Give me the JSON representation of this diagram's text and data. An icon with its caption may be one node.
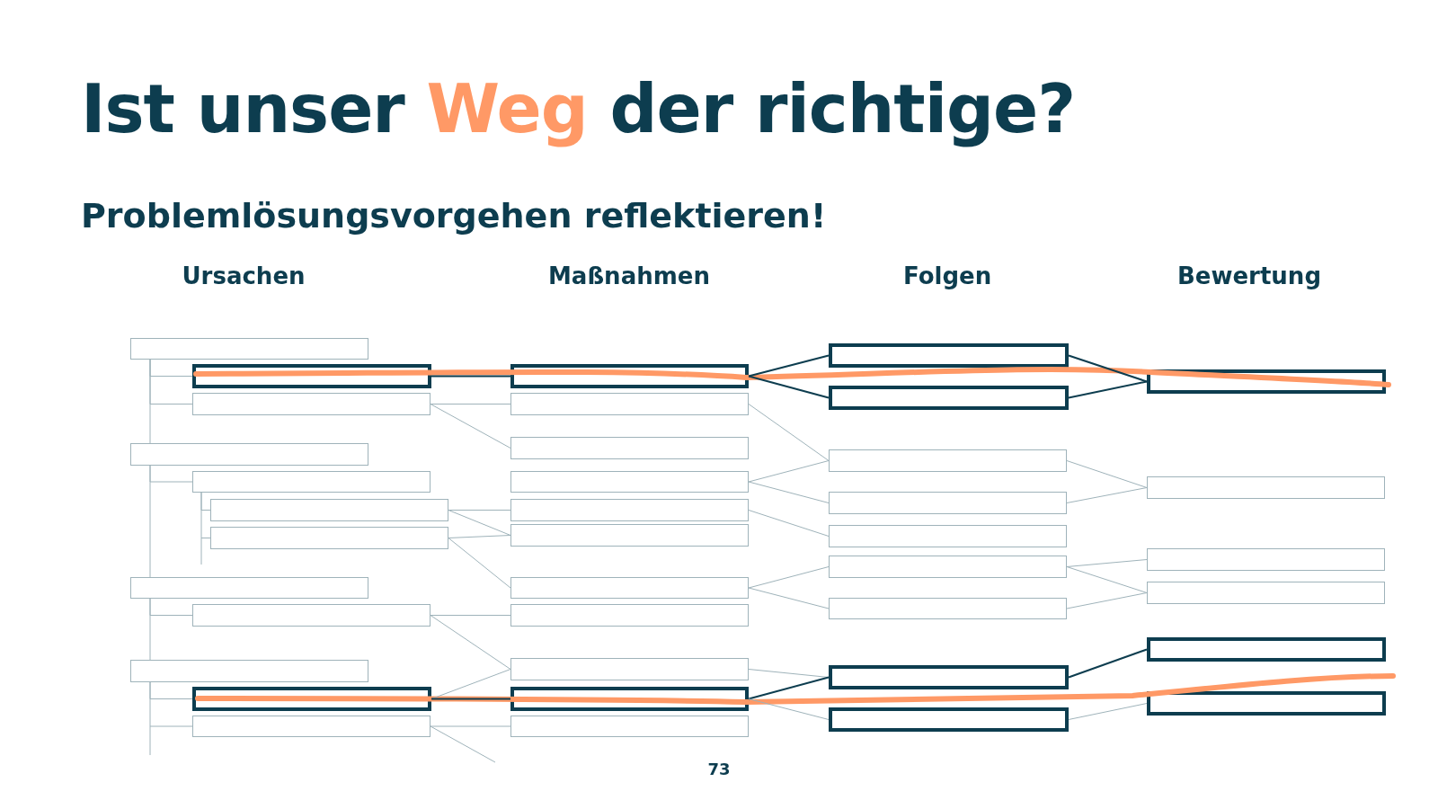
{
  "diagram": {
    "title": "Ist unser *Weg* der richtige?",
    "nodes": [
      {
        "text": [],
        "shape": "box"
      },
      {
        "text": [],
        "shape": "box"
      },
      {
        "text": [],
        "shape": "box"
      },
      {
        "text": [],
        "shape": "box"
      },
      {
        "text": [],
        "shape": "box"
      },
      {
        "text": [],
        "shape": "box"
      },
      {
        "text": [],
        "shape": "box"
      },
      {
        "text": [],
        "shape": "box"
      },
      {
        "text": [],
        "shape": "box"
      },
      {
        "text": [],
        "shape": "box"
      },
      {
        "text": [],
        "shape": "box"
      },
      {
        "text": [],
        "shape": "box"
      },
      {
        "text": [],
        "shape": "box"
      },
      {
        "text": [],
        "shape": "box"
      },
      {
        "text": [],
        "shape": "box"
      },
      {
        "text": [],
        "shape": "box"
      },
      {
        "text": [],
        "shape": "box"
      },
      {
        "text": [],
        "shape": "box"
      },
      {
        "text": [],
        "shape": "box"
      },
      {
        "text": [],
        "shape": "box"
      },
      {
        "text": [],
        "shape": "box"
      },
      {
        "text": [],
        "shape": "box"
      },
      {
        "text": [],
        "shape": "box"
      },
      {
        "text": [],
        "shape": "box"
      },
      {
        "text": [],
        "shape": "box"
      },
      {
        "text": [],
        "shape": "box"
      },
      {
        "text": [],
        "shape": "box"
      },
      {
        "text": [],
        "shape": "box"
      },
      {
        "text": [],
        "shape": "box"
      },
      {
        "text": [],
        "shape": "box"
      },
      {
        "text": [],
        "shape": "box"
      },
      {
        "text": [],
        "shape": "box"
      },
      {
        "text": [],
        "shape": "box"
      },
      {
        "text": [],
        "shape": "box"
      },
      {
        "text": [],
        "shape": "box"
      },
      {
        "text": [],
        "shape": "box"
      },
      {
        "text": [],
        "shape": "box"
      },
      {
        "text": [],
        "shape": "box"
      }
    ],
    "edges": [
      {
        "from": 0,
        "to": 1,
        "arrow": "none"
      },
      {
        "from": 0,
        "to": 2,
        "arrow": "none"
      },
      {
        "from": 3,
        "to": 4,
        "arrow": "none"
      },
      {
        "from": 4,
        "to": 5,
        "arrow": "none"
      },
      {
        "from": 4,
        "to": 6,
        "arrow": "none"
      },
      {
        "from": 7,
        "to": 8,
        "arrow": "none"
      },
      {
        "from": 9,
        "to": 10,
        "arrow": "none"
      },
      {
        "from": 9,
        "to": 11,
        "arrow": "none"
      },
      {
        "from": 1,
        "to": 12,
        "arrow": "none",
        "color": "#0d3d4f"
      },
      {
        "from": 2,
        "to": 13,
        "arrow": "none"
      },
      {
        "from": 2,
        "to": 14,
        "arrow": "none"
      },
      {
        "from": 5,
        "to": 16,
        "arrow": "none"
      },
      {
        "from": 5,
        "to": 17,
        "arrow": "none"
      },
      {
        "from": 6,
        "to": 17,
        "arrow": "none"
      },
      {
        "from": 6,
        "to": 18,
        "arrow": "none"
      },
      {
        "from": 8,
        "to": 19,
        "arrow": "none"
      },
      {
        "from": 8,
        "to": 20,
        "arrow": "none"
      },
      {
        "from": 10,
        "to": 20,
        "arrow": "none"
      },
      {
        "from": 10,
        "to": 21,
        "arrow": "none",
        "color": "#0d3d4f"
      },
      {
        "from": 11,
        "to": 22,
        "arrow": "none"
      },
      {
        "from": 11,
        "to": null,
        "arrow": "none"
      },
      {
        "from": 12,
        "to": 23,
        "arrow": "none",
        "color": "#0d3d4f"
      },
      {
        "from": 12,
        "to": 24,
        "arrow": "none",
        "color": "#0d3d4f"
      },
      {
        "from": 13,
        "to": 25,
        "arrow": "none"
      },
      {
        "from": 15,
        "to": 25,
        "arrow": "none"
      },
      {
        "from": 15,
        "to": 26,
        "arrow": "none"
      },
      {
        "from": 16,
        "to": 27,
        "arrow": "none"
      },
      {
        "from": 18,
        "to": 28,
        "arrow": "none"
      },
      {
        "from": 18,
        "to": 29,
        "arrow": "none"
      },
      {
        "from": 20,
        "to": 30,
        "arrow": "none"
      },
      {
        "from": 21,
        "to": 30,
        "arrow": "none",
        "color": "#0d3d4f"
      },
      {
        "from": 21,
        "to": 31,
        "arrow": "none"
      },
      {
        "from": 23,
        "to": 32,
        "arrow": "none",
        "color": "#0d3d4f"
      },
      {
        "from": 24,
        "to": 32,
        "arrow": "none",
        "color": "#0d3d4f"
      },
      {
        "from": 25,
        "to": 33,
        "arrow": "none"
      },
      {
        "from": 26,
        "to": 33,
        "arrow": "none"
      },
      {
        "from": 28,
        "to": 34,
        "arrow": "none"
      },
      {
        "from": 28,
        "to": 35,
        "arrow": "none"
      },
      {
        "from": 29,
        "to": 35,
        "arrow": "none"
      },
      {
        "from": 30,
        "to": 36,
        "arrow": "none",
        "color": "#0d3d4f"
      },
      {
        "from": 31,
        "to": 37,
        "arrow": "none"
      },
      {
        "from": 0,
        "to": 3,
        "arrow": "none"
      },
      {
        "from": 3,
        "to": 7,
        "arrow": "none"
      },
      {
        "from": 7,
        "to": 9,
        "arrow": "none"
      }
    ],
    "labels": [
      "Problemlösungsvorgehen reflektieren!",
      "Ursachen",
      "Maßnahmen",
      "Folgen",
      "Bewertung",
      "73"
    ]
  }
}
